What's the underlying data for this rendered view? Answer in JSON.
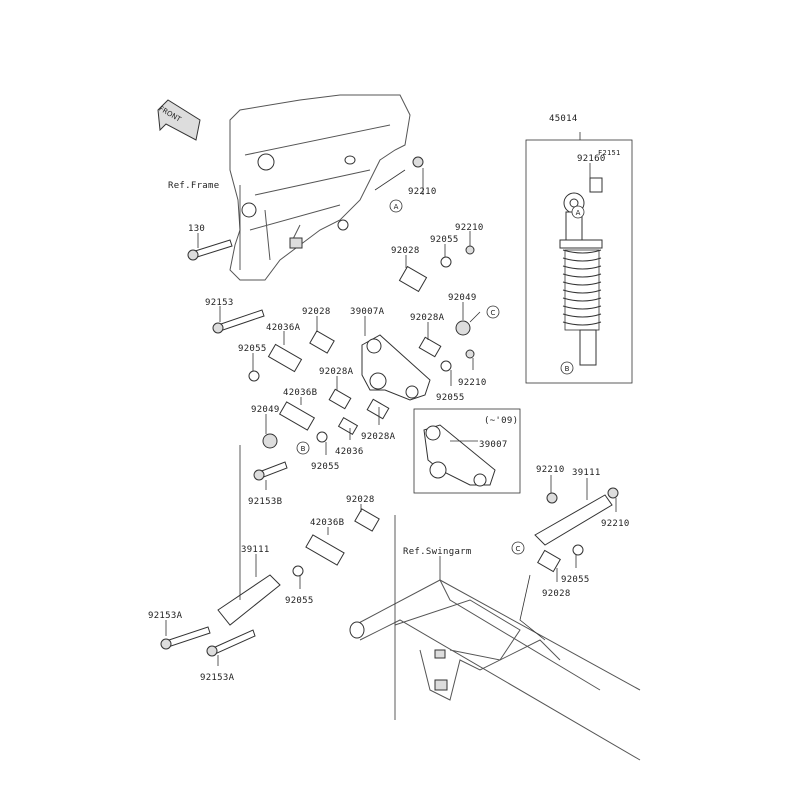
{
  "figure_code": "F2151",
  "front_label": "FRONT",
  "references": {
    "frame": "Ref.Frame",
    "swingarm": "Ref.Swingarm"
  },
  "inset_note": "(~'09)",
  "callouts": {
    "a": "A",
    "b": "B",
    "c": "C"
  },
  "parts": {
    "shock": "45014",
    "shock_bush": "92160",
    "bolt_130": "130",
    "nut_frame": "92210",
    "nut_top": "92210",
    "washer_top": "92055",
    "bush_top": "92028",
    "bolt_92153": "92153",
    "bush_left": "92028",
    "rocker": "39007A",
    "collar_a": "42036A",
    "seal_right": "92049",
    "bush_a_right": "92028A",
    "washer_left": "92055",
    "nut_right": "92210",
    "bush_a_mid": "92028A",
    "washer_right": "92055",
    "collar_b": "42036B",
    "seal_left": "92049",
    "bush_a_low": "92028A",
    "collar": "42036",
    "washer_mid": "92055",
    "bolt_b": "92153B",
    "rocker_old": "39007",
    "nut_rod": "92210",
    "rod_right": "39111",
    "nut_rod2": "92210",
    "bush_low": "92028",
    "collar_b2": "42036B",
    "rod_left": "39111",
    "washer_low": "92055",
    "washer_rod": "92055",
    "bush_rod": "92028",
    "bolt_a1": "92153A",
    "bolt_a2": "92153A"
  }
}
